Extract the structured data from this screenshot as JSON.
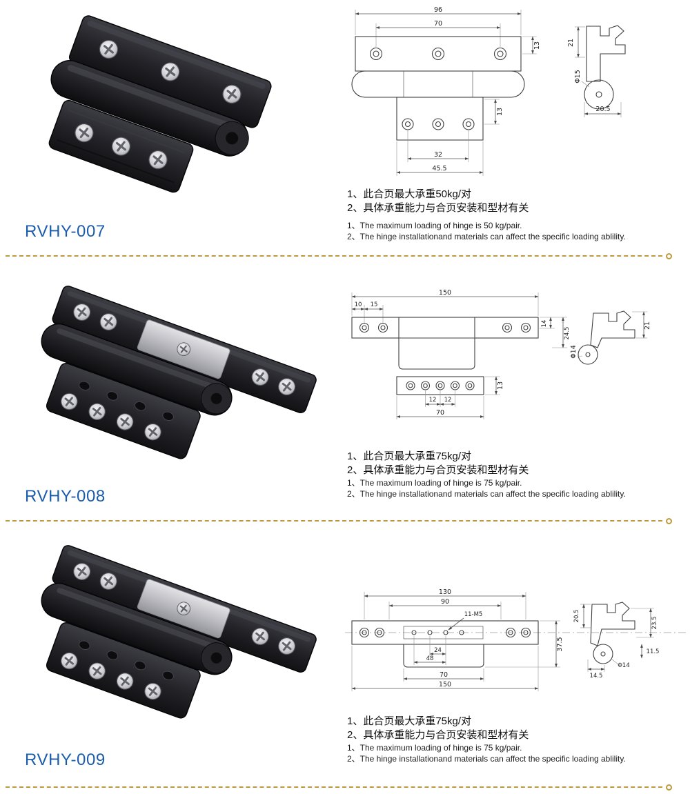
{
  "page": {
    "background": "#ffffff",
    "accent_blue": "#1b5cab",
    "separator_color": "#bd9b3c",
    "hinge_color": "#1a1a1e"
  },
  "products": [
    {
      "model": "RVHY-007",
      "dims": [
        "96",
        "70",
        "13",
        "13",
        "32",
        "45.5",
        "21",
        "Φ15",
        "20.5"
      ],
      "specs_cn": [
        "1、此合页最大承重50kg/对",
        "2、具体承重能力与合页安装和型材有关"
      ],
      "specs_en": [
        "1、The maximum loading of hinge is 50 kg/pair.",
        "2、The hinge installationand materials can affect the specific loading ablility."
      ]
    },
    {
      "model": "RVHY-008",
      "dims": [
        "150",
        "10",
        "15",
        "14",
        "24.5",
        "21",
        "Φ14",
        "13",
        "12",
        "12",
        "70"
      ],
      "specs_cn": [
        "1、此合页最大承重75kg/对",
        "2、具体承重能力与合页安装和型材有关"
      ],
      "specs_en": [
        "1、The maximum loading of hinge is 75 kg/pair.",
        "2、The hinge installationand materials can affect the specific loading ablility."
      ]
    },
    {
      "model": "RVHY-009",
      "dims": [
        "130",
        "90",
        "11-M5",
        "24",
        "48",
        "37.5",
        "20.5",
        "23.5",
        "11.5",
        "14.5",
        "Φ14",
        "70",
        "150"
      ],
      "specs_cn": [
        "1、此合页最大承重75kg/对",
        "2、具体承重能力与合页安装和型材有关"
      ],
      "specs_en": [
        "1、The maximum loading of hinge is 75 kg/pair.",
        "2、The hinge installationand materials can affect the specific loading ablility."
      ]
    }
  ]
}
